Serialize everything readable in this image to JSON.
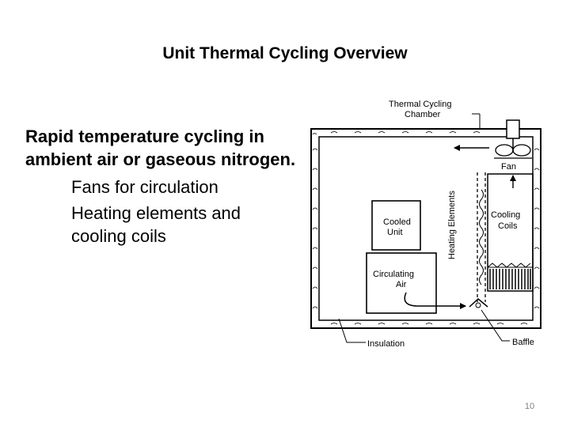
{
  "slide": {
    "title": "Unit Thermal Cycling Overview",
    "body": {
      "main_point": "Rapid temperature cycling in ambient air or gaseous nitrogen.",
      "bullets": [
        "Fans for circulation",
        "Heating elements and cooling coils"
      ]
    },
    "page_number": "10"
  },
  "diagram": {
    "labels": {
      "chamber_line1": "Thermal Cycling",
      "chamber_line2": "Chamber",
      "fan": "Fan",
      "heating_elements": "Heating Elements",
      "cooled_unit_line1": "Cooled",
      "cooled_unit_line2": "Unit",
      "circulating_air_line1": "Circulating",
      "circulating_air_line2": "Air",
      "cooling_coils_line1": "Cooling",
      "cooling_coils_line2": "Coils",
      "insulation": "Insulation",
      "baffle": "Baffle"
    }
  }
}
